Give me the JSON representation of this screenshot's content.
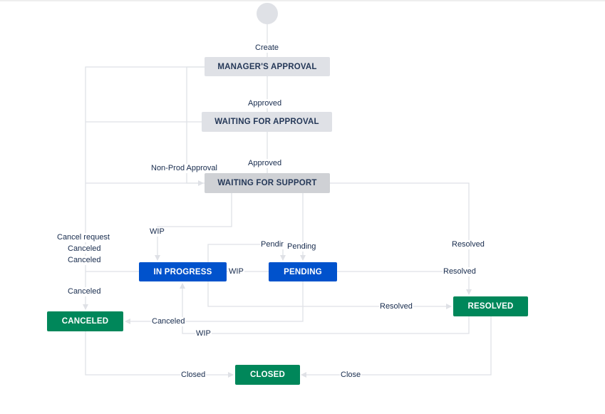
{
  "colors": {
    "edge": "#dfe1e6",
    "grey": "#dfe1e6",
    "blue": "#0052cc",
    "green": "#00875a"
  },
  "statuses": {
    "managers_approval": "MANAGER'S APPROVAL",
    "waiting_for_approval": "WAITING FOR APPROVAL",
    "waiting_for_support": "WAITING FOR SUPPORT",
    "in_progress": "IN PROGRESS",
    "pending": "PENDING",
    "resolved": "RESOLVED",
    "canceled": "CANCELED",
    "closed": "CLOSED"
  },
  "transitions": {
    "create": "Create",
    "approved_1": "Approved",
    "approved_2": "Approved",
    "non_prod_approval": "Non-Prod Approval",
    "wip_1": "WIP",
    "wip_2": "WIP",
    "wip_3": "WIP",
    "cancel_request": "Cancel request",
    "canceled_1": "Canceled",
    "canceled_2": "Canceled",
    "canceled_3": "Canceled",
    "canceled_4": "Canceled",
    "pending_1": "Pendir",
    "pending_2": "Pending",
    "resolved_1": "Resolved",
    "resolved_2": "Resolved",
    "resolved_3": "Resolved",
    "closed": "Closed",
    "close": "Close"
  }
}
